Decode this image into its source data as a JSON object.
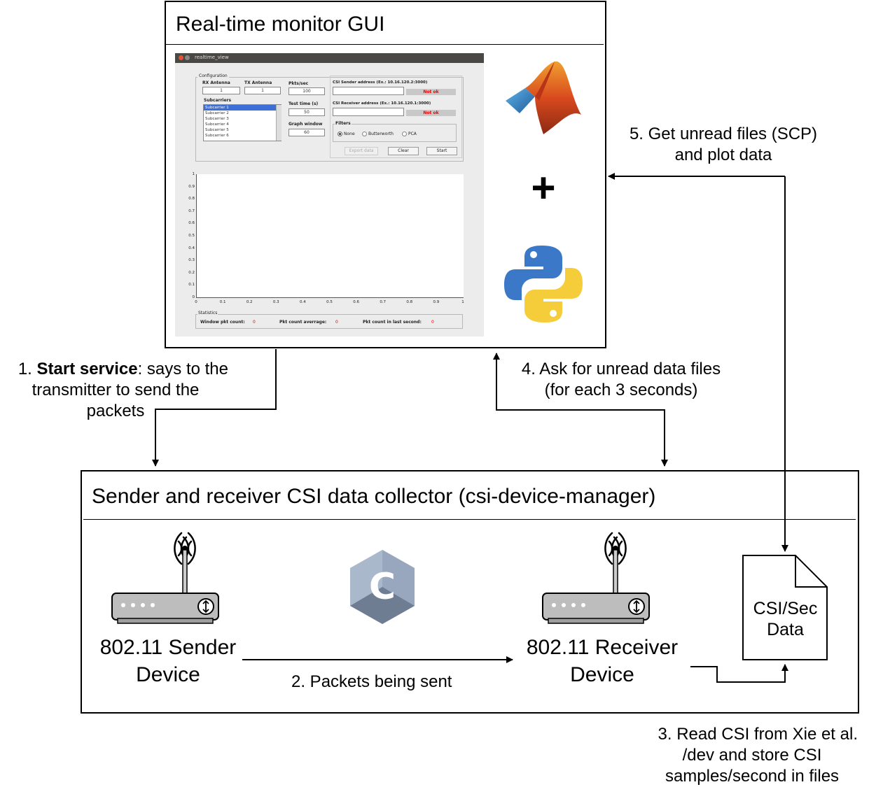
{
  "top_box": {
    "title": "Real-time monitor GUI"
  },
  "bottom_box": {
    "title": "Sender and receiver CSI data collector (csi-device-manager)"
  },
  "gui": {
    "window_title": "realtime_view",
    "config_label": "Configuration",
    "rx_antenna_label": "RX Antenna",
    "rx_antenna_value": "1",
    "tx_antenna_label": "TX Antenna",
    "tx_antenna_value": "1",
    "pkts_label": "Pkts/sec",
    "pkts_value": "100",
    "test_time_label": "Test time (s)",
    "test_time_value": "50",
    "graph_window_label": "Graph window",
    "graph_window_value": "60",
    "subcarriers_label": "Subcarriers",
    "subcarriers": [
      "Subcarrier 1",
      "Subcarrier 2",
      "Subcarrier 3",
      "Subcarrier 4",
      "Subcarrier 5",
      "Subcarrier 6"
    ],
    "sender_addr_label": "CSI Sender address (Ex.: 10.16.120.2:3000)",
    "receiver_addr_label": "CSI Receiver address (Ex.: 10.16.120.1:3000)",
    "status_not_ok": "Not ok",
    "filters_label": "Filters",
    "filter_options": [
      "None",
      "Butterworth",
      "PCA"
    ],
    "export_btn": "Export data",
    "clear_btn": "Clear",
    "start_btn": "Start",
    "y_ticks": [
      "1",
      "0.9",
      "0.8",
      "0.7",
      "0.6",
      "0.5",
      "0.4",
      "0.3",
      "0.2",
      "0.1",
      "0"
    ],
    "x_ticks": [
      "0",
      "0.1",
      "0.2",
      "0.3",
      "0.4",
      "0.5",
      "0.6",
      "0.7",
      "0.8",
      "0.9",
      "1"
    ],
    "stats_label": "Statistics",
    "window_pkt_label": "Window pkt count:",
    "window_pkt_value": "0",
    "pkt_avg_label": "Pkt count averrage:",
    "pkt_avg_value": "0",
    "pkt_last_label": "Pkt count in last second:",
    "pkt_last_value": "0"
  },
  "labels": {
    "step1_bold": "Start service",
    "step1_line1_rest": ": says to the",
    "step1_line1_prefix": "1. ",
    "step1_line2": "transmitter to send the",
    "step1_line3": "packets",
    "step2": "2. Packets being sent",
    "step3_line1": "3. Read CSI from Xie et al.",
    "step3_line2": "/dev and store CSI",
    "step3_line3": "samples/second in files",
    "step4_line1": "4. Ask for unread data files",
    "step4_line2": "(for each 3 seconds)",
    "step5_line1": "5. Get unread files (SCP)",
    "step5_line2": "and plot data"
  },
  "devices": {
    "sender_line1": "802.11 Sender",
    "sender_line2": "Device",
    "receiver_line1": "802.11 Receiver",
    "receiver_line2": "Device"
  },
  "file": {
    "line1": "CSI/Sec",
    "line2": "Data"
  },
  "plus_sign": "+",
  "c_logo_letter": "C",
  "icons": [
    "matlab-logo",
    "python-logo",
    "c-language-logo",
    "wifi-router-icon",
    "document-icon"
  ],
  "colors": {
    "python_blue": "#3b78c8",
    "python_yellow": "#f5cc3a",
    "c_logo_light": "#aab8cc",
    "c_logo_dark": "#6f7d92",
    "router_body": "#bdbdbd",
    "gui_title_bar": "#4a4844"
  }
}
